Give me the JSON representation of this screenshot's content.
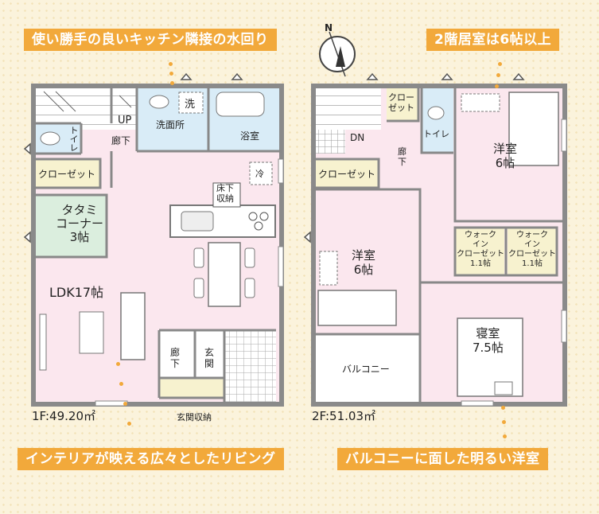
{
  "callouts": {
    "kitchen": "使い勝手の良いキッチン隣接の水回り",
    "bedroom2f": "2階居室は6帖以上",
    "living": "インテリアが映える広々としたリビング",
    "balcony": "バルコニーに面した明るい洋室"
  },
  "floor1": {
    "area_label": "1F:49.20㎡",
    "rooms": {
      "washroom": "洗面所",
      "wash_mark": "洗",
      "bath": "浴室",
      "toilet": "トイレ",
      "hall": "廊下",
      "up": "UP",
      "closet": "クローゼット",
      "fridge": "冷",
      "underfloor": [
        "床下",
        "収納"
      ],
      "tatami": [
        "タタミ",
        "コーナー",
        "3帖"
      ],
      "ldk": "LDK17帖",
      "hall2": [
        "廊",
        "下"
      ],
      "entrance": [
        "玄",
        "関"
      ],
      "entrance_storage": "玄関収納"
    }
  },
  "floor2": {
    "area_label": "2F:51.03㎡",
    "rooms": {
      "closet_top": [
        "クロー",
        "ゼット"
      ],
      "toilet": "トイレ",
      "dn": "DN",
      "hall": [
        "廊",
        "下"
      ],
      "closet": "クローゼット",
      "western_right": [
        "洋室",
        "6帖"
      ],
      "western_left": [
        "洋室",
        "6帖"
      ],
      "wic1": [
        "ウォーク",
        "イン",
        "クローゼット",
        "1.1帖"
      ],
      "wic2": [
        "ウォーク",
        "イン",
        "クローゼット",
        "1.1帖"
      ],
      "bedroom": [
        "寝室",
        "7.5帖"
      ],
      "balcony": "バルコニー"
    }
  },
  "compass": {
    "label": "N"
  },
  "colors": {
    "callout": "#f2a93b",
    "wall": "#8a8a8a",
    "pink_room": "#fbe7ee",
    "wet_room": "#d9ecf7",
    "tatami": "#dbeede",
    "closet": "#f7f2cf",
    "background": "#fbf3dc"
  }
}
